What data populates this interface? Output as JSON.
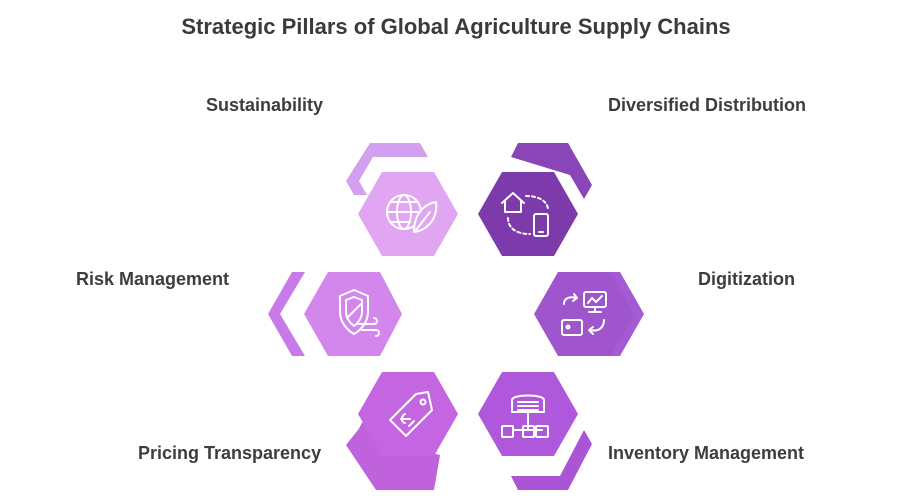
{
  "title": "Strategic Pillars of Global Agriculture Supply Chains",
  "pillars": [
    {
      "label": "Sustainability",
      "icon": "globe-leaf-icon",
      "color": "#e0a6f2",
      "accent": "#d3a0f0"
    },
    {
      "label": "Diversified Distribution",
      "icon": "home-mobile-icon",
      "color": "#7d3aaa",
      "accent": "#8a45b6"
    },
    {
      "label": "Risk Management",
      "icon": "shield-wind-icon",
      "color": "#d386ec",
      "accent": "#c87ae8"
    },
    {
      "label": "Digitization",
      "icon": "monitor-sync-icon",
      "color": "#9f55cc",
      "accent": "#a45ad2"
    },
    {
      "label": "Pricing Transparency",
      "icon": "price-tag-icon",
      "color": "#c466e2",
      "accent": "#bf62dc"
    },
    {
      "label": "Inventory Management",
      "icon": "warehouse-network-icon",
      "color": "#b058dc",
      "accent": "#ac54d6"
    }
  ]
}
